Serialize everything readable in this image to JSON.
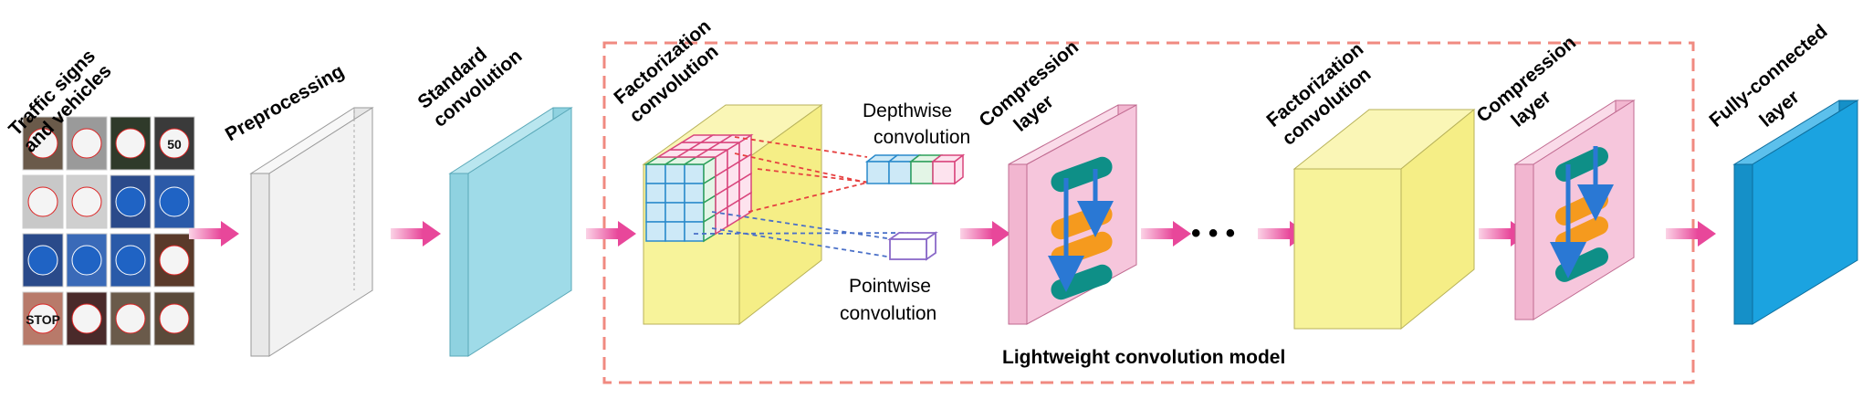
{
  "labels": {
    "input": [
      "Traffic signs",
      "and vehicles"
    ],
    "preprocessing": "Preprocessing",
    "standard_conv": [
      "Standard",
      "convolution"
    ],
    "factorization_1": [
      "Factorization",
      "convolution"
    ],
    "depthwise": [
      "Depthwise",
      "convolution"
    ],
    "pointwise": [
      "Pointwise",
      "convolution"
    ],
    "compression_1": [
      "Compression",
      "layer"
    ],
    "ellipsis": "• • •",
    "factorization_2": [
      "Factorization",
      "convolution"
    ],
    "compression_2": [
      "Compression",
      "layer"
    ],
    "fully_connected": [
      "Fully-connected",
      "layer"
    ],
    "model_title": "Lightweight convolution model"
  },
  "sign_tiles": [
    "",
    "",
    "",
    "50",
    "",
    "",
    "",
    "",
    "",
    "",
    "",
    "",
    "STOP",
    "",
    "",
    ""
  ],
  "colors": {
    "arrow": "#e8479a",
    "dashed_box": "#f08a80",
    "preprocessing": "#eeeeee",
    "standard_conv": "#9fdbe8",
    "factorization": "#f7f39a",
    "compression": "#f6c6dc",
    "fully_connected": "#1ba3e0",
    "teal": "#0e8f87",
    "orange": "#f59a1e",
    "blue_arrow": "#2a78d4"
  }
}
